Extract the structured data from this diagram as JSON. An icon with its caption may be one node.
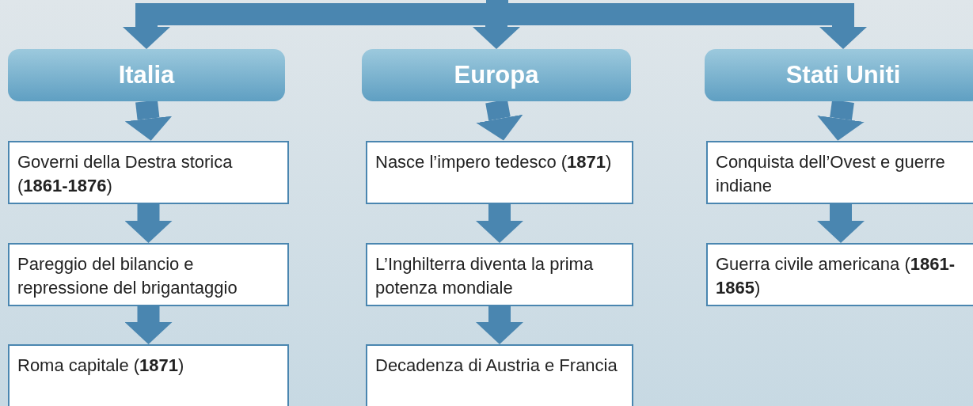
{
  "diagram": {
    "nodes": [
      {
        "text": [
          "Italia"
        ]
      },
      {
        "text": [
          "Europa"
        ]
      },
      {
        "text": [
          "Stati Uniti"
        ]
      },
      {
        "text": [
          "Governi della Destra storica (**1861-1876**)"
        ]
      },
      {
        "text": [
          "Nasce l’impero tedesco (**1871**)"
        ]
      },
      {
        "text": [
          "Conquista dell’Ovest e guerre indiane"
        ]
      },
      {
        "text": [
          "Pareggio del bilancio e repressione del brigantaggio"
        ]
      },
      {
        "text": [
          "L’Inghilterra diventa la prima potenza mondiale"
        ]
      },
      {
        "text": [
          "Guerra civile americana (**1861-1865**)"
        ]
      },
      {
        "text": [
          "Roma capitale (**1871**)"
        ]
      },
      {
        "text": [
          "Decadenza di Austria e Francia"
        ]
      }
    ],
    "edges": [
      {
        "from": null,
        "to": 0,
        "arrow": "to"
      },
      {
        "from": null,
        "to": 1,
        "arrow": "to"
      },
      {
        "from": null,
        "to": 2,
        "arrow": "to"
      },
      {
        "from": 0,
        "to": 3,
        "arrow": "to"
      },
      {
        "from": 3,
        "to": 6,
        "arrow": "to"
      },
      {
        "from": 6,
        "to": 9,
        "arrow": "to"
      },
      {
        "from": 1,
        "to": 4,
        "arrow": "to"
      },
      {
        "from": 4,
        "to": 7,
        "arrow": "to"
      },
      {
        "from": 7,
        "to": 10,
        "arrow": "to"
      },
      {
        "from": 2,
        "to": 5,
        "arrow": "to"
      },
      {
        "from": 5,
        "to": 8,
        "arrow": "to"
      }
    ]
  }
}
